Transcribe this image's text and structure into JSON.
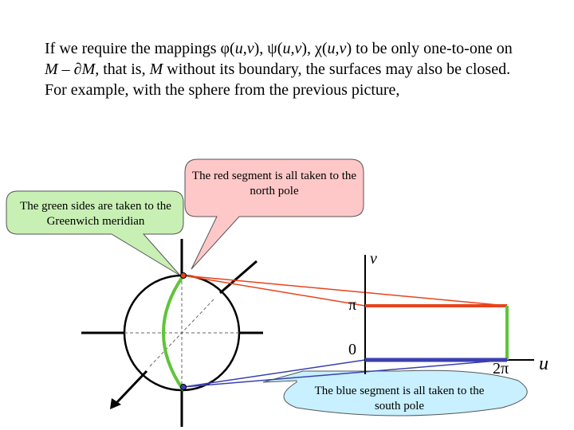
{
  "paragraph": {
    "p1": "If we require the mappings ",
    "phi": "φ(",
    "uv1": "u,v",
    "sep1": "), ",
    "psi": "ψ(",
    "uv2": "u,v",
    "sep2": "), ",
    "chi": "χ(",
    "uv3": "u,v",
    "p2": ") to be only one-to-one on ",
    "M1": "M",
    "minus": " – ∂",
    "M2": "M,",
    "p3": " that is, ",
    "M3": "M",
    "p4": " without its boundary, the surfaces may also be closed. For example, with the sphere from the previous picture,"
  },
  "callouts": {
    "red": "The red segment is all taken to the north pole",
    "green": "The green sides are taken to the Greenwich meridian",
    "blue": "The blue segment is all taken to the south pole"
  },
  "axes": {
    "v_label": "v",
    "u_label": "u",
    "pi_label": "π",
    "zero_label": "0",
    "two_pi_label": "2π"
  },
  "colors": {
    "red": "#e8431c",
    "green": "#5fc43a",
    "blue": "#3a3fb0",
    "callout_pink": "#ffc8c8",
    "callout_green": "#c8f0b4",
    "callout_cyan": "#c8f0ff"
  }
}
